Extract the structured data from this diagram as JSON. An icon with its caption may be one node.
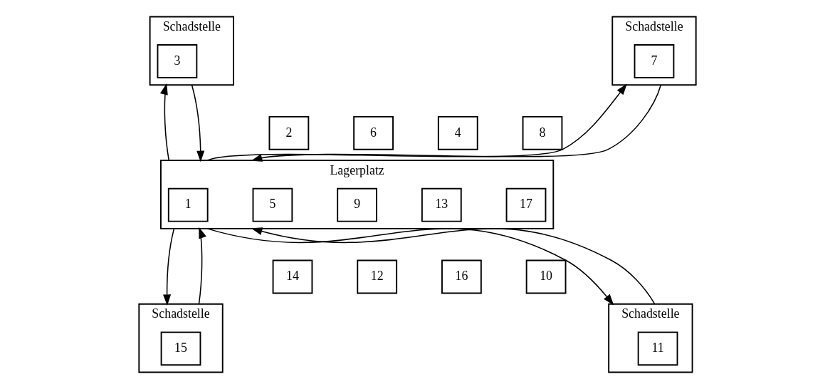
{
  "diagram": {
    "nodes": [
      {
        "text": [
          "Schadstelle"
        ]
      },
      {
        "text": [
          "3"
        ],
        "in": 0
      },
      {
        "text": [
          "Schadstelle"
        ]
      },
      {
        "text": [
          "7"
        ],
        "in": 2
      },
      {
        "text": [
          "2"
        ]
      },
      {
        "text": [
          "6"
        ]
      },
      {
        "text": [
          "4"
        ]
      },
      {
        "text": [
          "8"
        ]
      },
      {
        "text": [
          "Lagerplatz"
        ]
      },
      {
        "text": [
          "1"
        ],
        "in": 8
      },
      {
        "text": [
          "5"
        ],
        "in": 8
      },
      {
        "text": [
          "9"
        ],
        "in": 8
      },
      {
        "text": [
          "13"
        ],
        "in": 8
      },
      {
        "text": [
          "17"
        ],
        "in": 8
      },
      {
        "text": [
          "14"
        ]
      },
      {
        "text": [
          "12"
        ]
      },
      {
        "text": [
          "16"
        ]
      },
      {
        "text": [
          "10"
        ]
      },
      {
        "text": [
          "Schadstelle"
        ]
      },
      {
        "text": [
          "15"
        ],
        "in": 18
      },
      {
        "text": [
          "Schadstelle"
        ]
      },
      {
        "text": [
          "11"
        ],
        "in": 20
      }
    ],
    "edges": [
      {
        "from": 8,
        "to": 0,
        "arrow": "to"
      },
      {
        "from": 0,
        "to": 8,
        "arrow": "to"
      },
      {
        "from": 8,
        "to": 2,
        "arrow": "to"
      },
      {
        "from": 2,
        "to": 8,
        "arrow": "to"
      },
      {
        "from": 8,
        "to": 20,
        "arrow": "to"
      },
      {
        "from": 20,
        "to": 8,
        "arrow": "to"
      },
      {
        "from": 8,
        "to": 18,
        "arrow": "to"
      },
      {
        "from": 18,
        "to": 8,
        "arrow": "to"
      }
    ]
  }
}
